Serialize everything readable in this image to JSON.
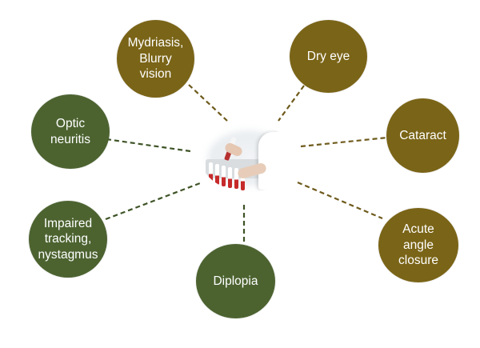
{
  "colors": {
    "olive": "#7a6417",
    "green": "#4c6330",
    "connector_olive": "#6e5a1c",
    "connector_green": "#3f5427",
    "label_text": "#ffffff"
  },
  "center": {
    "image": "laboratory photo with blood sample tubes"
  },
  "nodes": [
    {
      "id": "mydriasis",
      "label": "Mydriasis,\nBlurry\nvision",
      "color": "olive"
    },
    {
      "id": "dry-eye",
      "label": "Dry eye",
      "color": "olive"
    },
    {
      "id": "cataract",
      "label": "Cataract",
      "color": "olive"
    },
    {
      "id": "acute-angle-closure",
      "label": "Acute\nangle\nclosure",
      "color": "olive"
    },
    {
      "id": "diplopia",
      "label": "Diplopia",
      "color": "green"
    },
    {
      "id": "impaired-tracking",
      "label": "Impaired\ntracking,\nnystagmus",
      "color": "green"
    },
    {
      "id": "optic-neuritis",
      "label": "Optic\nneuritis",
      "color": "green"
    }
  ]
}
